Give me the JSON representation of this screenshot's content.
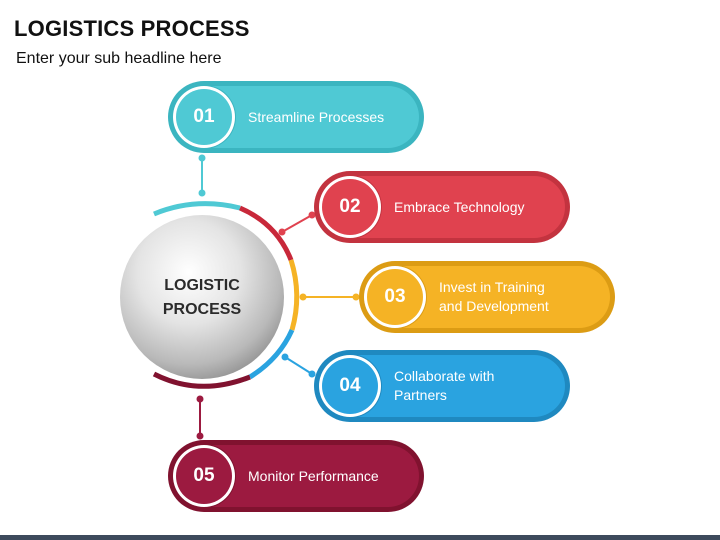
{
  "title": "LOGISTICS PROCESS",
  "subtitle": "Enter your sub headline here",
  "center": {
    "line1": "LOGISTIC",
    "line2": "PROCESS"
  },
  "steps": [
    {
      "num": "01",
      "line1": "Streamline Processes",
      "line2": "",
      "color": "#4fc9d4",
      "dark": "#3bb5c0"
    },
    {
      "num": "02",
      "line1": "Embrace Technology",
      "line2": "",
      "color": "#e0424f",
      "dark": "#c3333f"
    },
    {
      "num": "03",
      "line1": "Invest in Training",
      "line2": "and Development",
      "color": "#f5b325",
      "dark": "#dc9c14"
    },
    {
      "num": "04",
      "line1": "Collaborate with",
      "line2": "Partners",
      "color": "#2aa3e0",
      "dark": "#1f89c0"
    },
    {
      "num": "05",
      "line1": "Monitor Performance",
      "line2": "",
      "color": "#9c1a40",
      "dark": "#80122f"
    }
  ]
}
